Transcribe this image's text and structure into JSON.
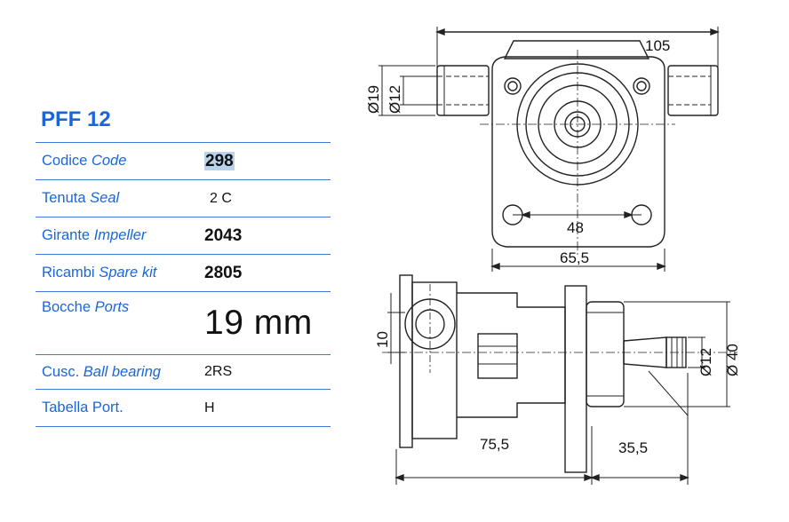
{
  "title": "PFF 12",
  "rows": [
    {
      "label_it": "Codice",
      "label_en": "Code",
      "value": "298"
    },
    {
      "label_it": "Tenuta",
      "label_en": "Seal",
      "value": "2 C"
    },
    {
      "label_it": "Girante",
      "label_en": "Impeller",
      "value": "2043"
    },
    {
      "label_it": "Ricambi",
      "label_en": "Spare kit",
      "value": "2805"
    },
    {
      "label_it": "Bocche",
      "label_en": "Ports",
      "value": "19 mm"
    },
    {
      "label_it": "Cusc.",
      "label_en": "Ball bearing",
      "value": "2RS"
    },
    {
      "label_it": "Tabella Port.",
      "label_en": "",
      "value": "H"
    }
  ],
  "drawing": {
    "top_view": {
      "width_total": "105",
      "port_outer": "Ø19",
      "port_inner": "Ø12",
      "hole_spacing": "48",
      "base_width": "65,5"
    },
    "side_view": {
      "port_offset": "10",
      "body_length": "75,5",
      "shaft_length": "35,5",
      "shaft_dia": "Ø12",
      "flange_dia": "Ø 40"
    }
  },
  "colors": {
    "accent": "#1a66d9",
    "rule": "#3c7bd6",
    "highlight": "#b9d3ea"
  }
}
